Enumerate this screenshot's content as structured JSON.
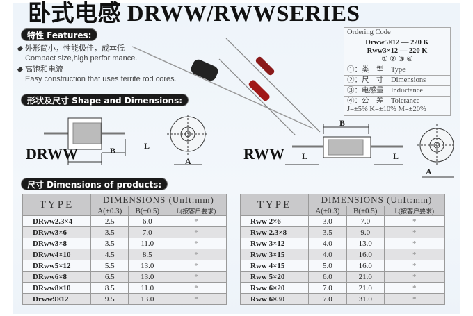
{
  "title": "卧式电感 DRWW/RWWSERIES",
  "sections": {
    "features": "特性 Features:",
    "shape": "形状及尺寸 Shape and Dimensions:",
    "dims": "尺寸 Dimensions of products:"
  },
  "features": [
    {
      "cn": "外形简小，性能极佳，成本低",
      "en": "Compact size,high perfor mance."
    },
    {
      "cn": "高饱和电流",
      "en": "Easy construction that uses ferrite rod cores."
    }
  ],
  "ordering": {
    "heading": "Ordering Code",
    "code1": "Drww5×12 — 220 K",
    "code2": "Rww3×12 — 220 K",
    "markers": "①   ②        ③ ④",
    "items": [
      "①：类　型　Type",
      "②：尺　寸　Dimensions",
      "③：电感量　Inductance",
      "④：公　差　Tolerance"
    ],
    "tolerance": "J=±5%   K=±10%   M=±20%"
  },
  "diagrams": {
    "drww": "DRWW",
    "rww": "RWW",
    "b": "B",
    "l": "L",
    "a": "A"
  },
  "table_headers": {
    "type": "TYPE",
    "dimensions": "DIMENSIONS (UnIt:mm)",
    "a": "A(±0.3)",
    "b": "B(±0.5)",
    "l": "L(按客户要求)"
  },
  "drww_rows": [
    [
      "DRww2.3×4",
      "2.5",
      "6.0",
      "*"
    ],
    [
      "DRww3×6",
      "3.5",
      "7.0",
      "*"
    ],
    [
      "DRww3×8",
      "3.5",
      "11.0",
      "*"
    ],
    [
      "DRww4×10",
      "4.5",
      "8.5",
      "*"
    ],
    [
      "DRww5×12",
      "5.5",
      "13.0",
      "*"
    ],
    [
      "DRww6×8",
      "6.5",
      "13.0",
      "*"
    ],
    [
      "DRww8×10",
      "8.5",
      "11.0",
      "*"
    ],
    [
      "Drww9×12",
      "9.5",
      "13.0",
      "*"
    ]
  ],
  "rww_rows": [
    [
      "Rww 2×6",
      "3.0",
      "7.0",
      "*"
    ],
    [
      "Rww 2.3×8",
      "3.5",
      "9.0",
      "*"
    ],
    [
      "Rww 3×12",
      "4.0",
      "13.0",
      "*"
    ],
    [
      "Rww 3×15",
      "4.0",
      "16.0",
      "*"
    ],
    [
      "Rww 4×15",
      "5.0",
      "16.0",
      "*"
    ],
    [
      "Rww 5×20",
      "6.0",
      "21.0",
      "*"
    ],
    [
      "Rww 6×20",
      "7.0",
      "21.0",
      "*"
    ],
    [
      "Rww 6×30",
      "7.0",
      "31.0",
      "*"
    ]
  ]
}
